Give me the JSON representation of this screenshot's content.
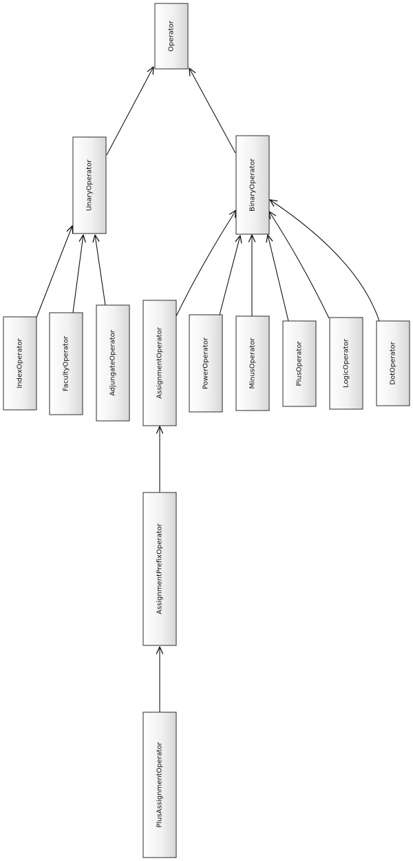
{
  "nodes": {
    "operator": "Operator",
    "unary": "UnaryOperator",
    "binary": "BinaryOperator",
    "index": "IndexOperator",
    "faculty": "FacultyOperator",
    "adjungate": "AdjungateOperator",
    "assignment": "AssignmentOperator",
    "power": "PowerOperator",
    "minus": "MinusOperator",
    "plus": "PlusOperator",
    "logic": "LogicOperator",
    "dot": "DotOperator",
    "assignment_prefix": "AssignmentPrefixOperator",
    "plus_assignment": "PlusAssignmentOperator"
  },
  "edges": [
    {
      "from": "unary",
      "to": "operator"
    },
    {
      "from": "binary",
      "to": "operator"
    },
    {
      "from": "index",
      "to": "unary"
    },
    {
      "from": "faculty",
      "to": "unary"
    },
    {
      "from": "adjungate",
      "to": "unary"
    },
    {
      "from": "assignment",
      "to": "binary"
    },
    {
      "from": "power",
      "to": "binary"
    },
    {
      "from": "minus",
      "to": "binary"
    },
    {
      "from": "plus",
      "to": "binary"
    },
    {
      "from": "logic",
      "to": "binary"
    },
    {
      "from": "dot",
      "to": "binary"
    },
    {
      "from": "assignment_prefix",
      "to": "assignment"
    },
    {
      "from": "plus_assignment",
      "to": "assignment_prefix"
    }
  ]
}
